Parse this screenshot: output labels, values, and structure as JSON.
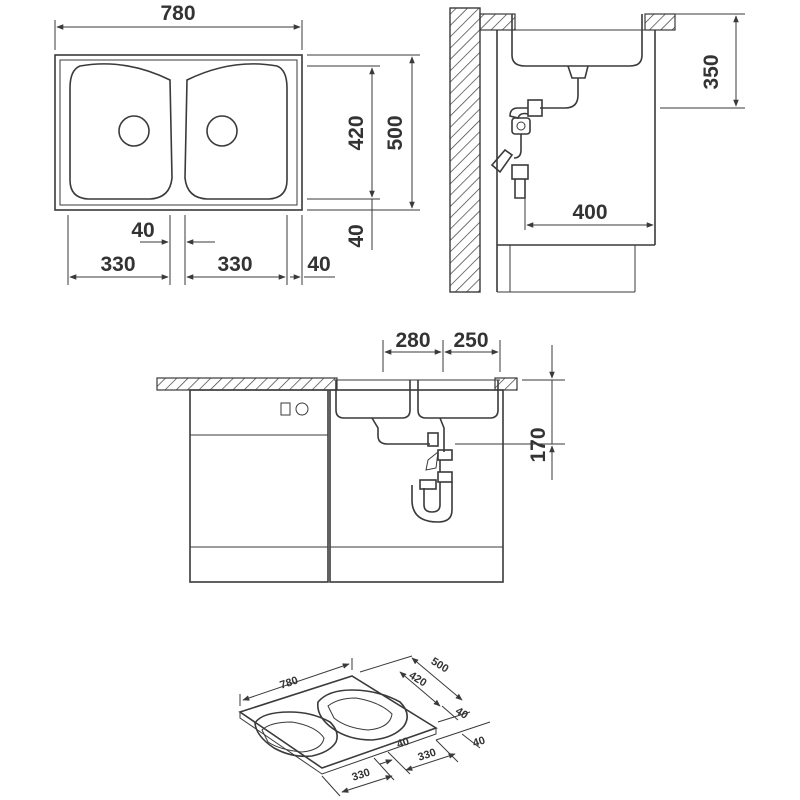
{
  "top_view": {
    "width_label": "780",
    "depth_label": "500",
    "bowl_depth_label": "420",
    "bottom_margin_label": "40",
    "divider_label": "40",
    "left_bowl_label": "330",
    "right_bowl_label": "330",
    "right_margin_label": "40"
  },
  "side_view": {
    "height_label": "350",
    "cabinet_depth_label": "400"
  },
  "front_view": {
    "left_offset_label": "280",
    "right_offset_label": "250",
    "depth_label": "170"
  },
  "iso_view": {
    "width_label": "780",
    "depth_label": "500",
    "bowl_depth_label": "420",
    "margin_a_label": "40",
    "margin_b_label": "40",
    "divider_label": "40",
    "bowl_a_label": "330",
    "bowl_b_label": "330"
  },
  "colors": {
    "line": "#3a3a3a",
    "hatch": "#3a3a3a",
    "background": "#ffffff"
  }
}
